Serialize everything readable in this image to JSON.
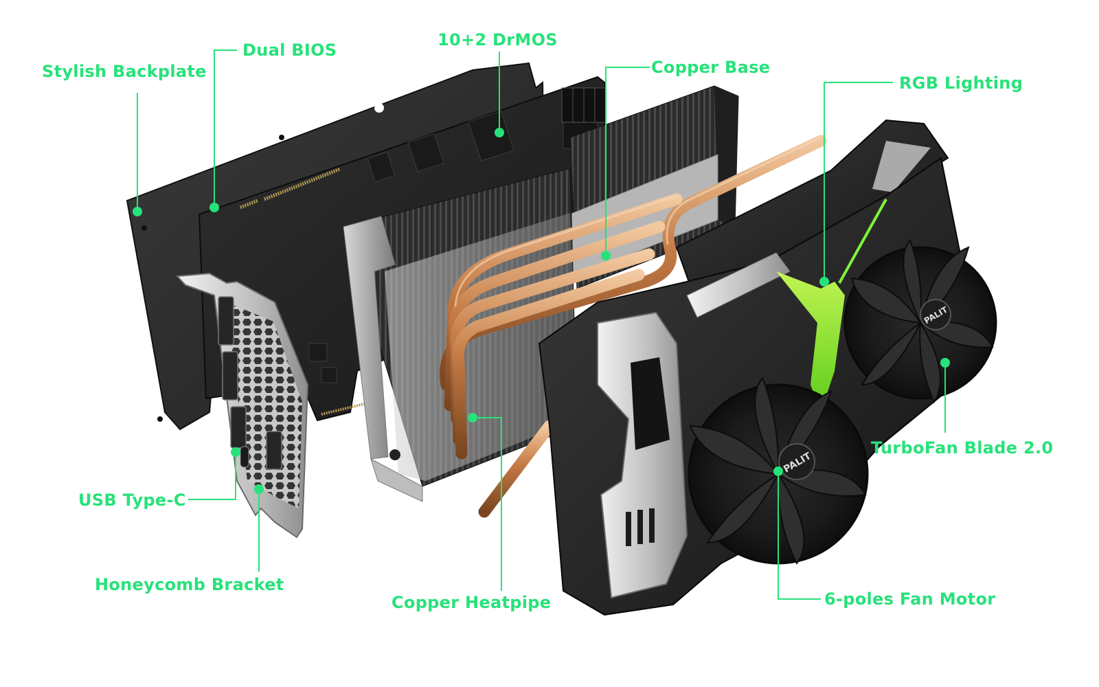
{
  "accent_color": "#27e27a",
  "callouts": {
    "stylish_backplate": "Stylish Backplate",
    "dual_bios": "Dual BIOS",
    "drmos": "10+2 DrMOS",
    "copper_base": "Copper Base",
    "rgb_lighting": "RGB Lighting",
    "turbofan_blade": "TurboFan Blade 2.0",
    "usb_type_c": "USB Type-C",
    "honeycomb_bracket": "Honeycomb Bracket",
    "copper_heatpipe": "Copper Heatpipe",
    "fan_motor": "6-poles Fan Motor"
  },
  "fan_logo": "PALIT"
}
